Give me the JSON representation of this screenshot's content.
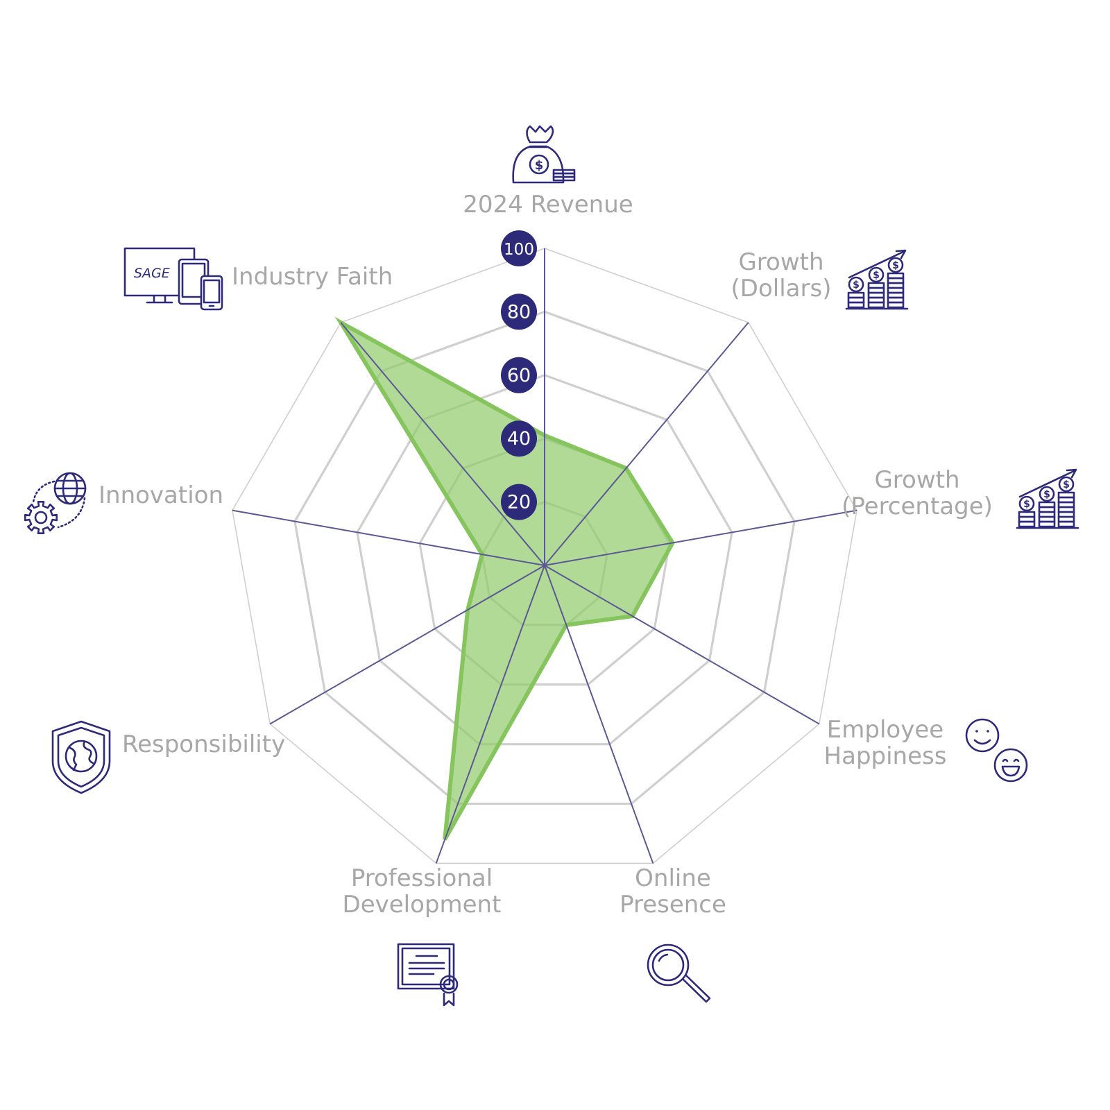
{
  "chart_data": {
    "type": "radar",
    "axes": [
      {
        "label": "2024 Revenue",
        "icon": "money-bag-icon"
      },
      {
        "label": "Growth (Dollars)",
        "icon": "coin-growth-icon"
      },
      {
        "label": "Growth (Percentage)",
        "icon": "coin-growth-icon"
      },
      {
        "label": "Employee Happiness",
        "icon": "smiley-faces-icon"
      },
      {
        "label": "Online Presence",
        "icon": "magnifier-icon"
      },
      {
        "label": "Professional Development",
        "icon": "certificate-icon"
      },
      {
        "label": "Responsibility",
        "icon": "shield-globe-icon"
      },
      {
        "label": "Innovation",
        "icon": "globe-gear-icon"
      },
      {
        "label": "Industry Faith",
        "icon": "sage-devices-icon"
      }
    ],
    "values": [
      41,
      40,
      41,
      32,
      20,
      92,
      28,
      20,
      100
    ],
    "range": [
      0,
      100
    ],
    "ticks": [
      "20",
      "40",
      "60",
      "80",
      "100"
    ],
    "icon_text": "SAGE",
    "colors": {
      "fill": "#8fcb6a",
      "fill_opacity": 0.7,
      "stroke": "#86c55d",
      "spoke": "#5c5894",
      "grid": "#cfcfcf",
      "tick_badge": "#2e2a7a",
      "label": "#a7a7a7"
    }
  }
}
